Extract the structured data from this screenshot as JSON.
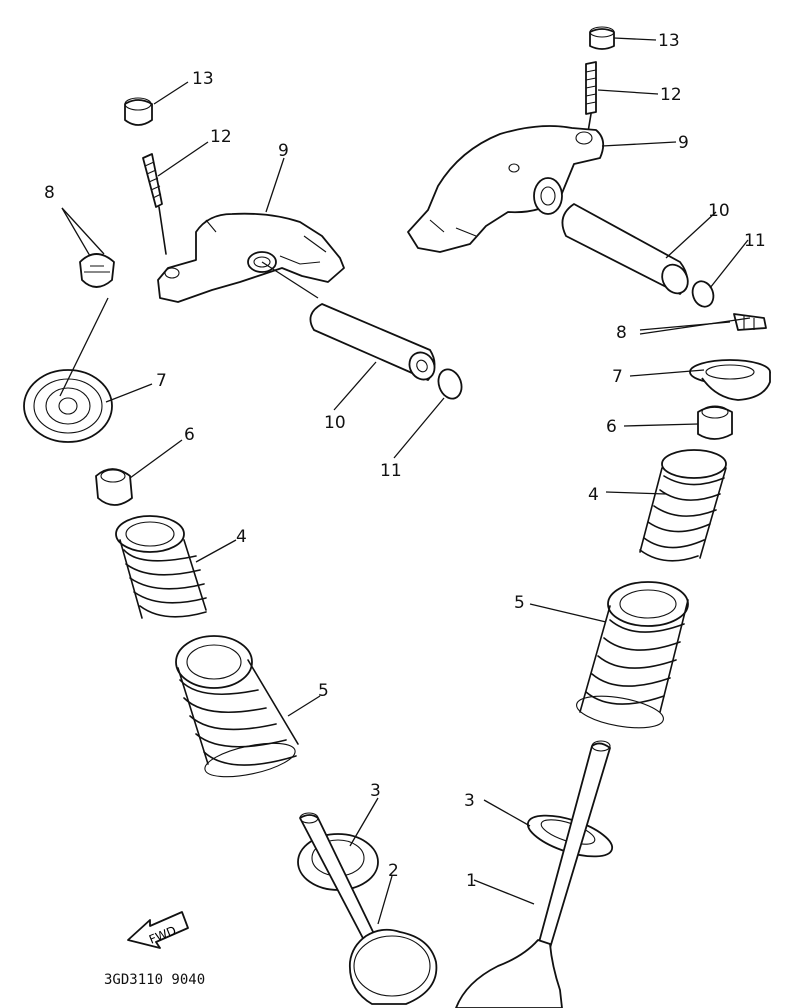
{
  "labels": {
    "l1": "1",
    "l2": "2",
    "l3a": "3",
    "l3b": "3",
    "l4a": "4",
    "l4b": "4",
    "l5a": "5",
    "l5b": "5",
    "l6a": "6",
    "l6b": "6",
    "l7a": "7",
    "l7b": "7",
    "l8a": "8",
    "l8b": "8",
    "l9a": "9",
    "l9b": "9",
    "l10a": "10",
    "l10b": "10",
    "l11a": "11",
    "l11b": "11",
    "l12a": "12",
    "l12b": "12",
    "l13a": "13",
    "l13b": "13"
  },
  "fwd_label": "FWD",
  "drawing_code": "3GD3110 9040"
}
